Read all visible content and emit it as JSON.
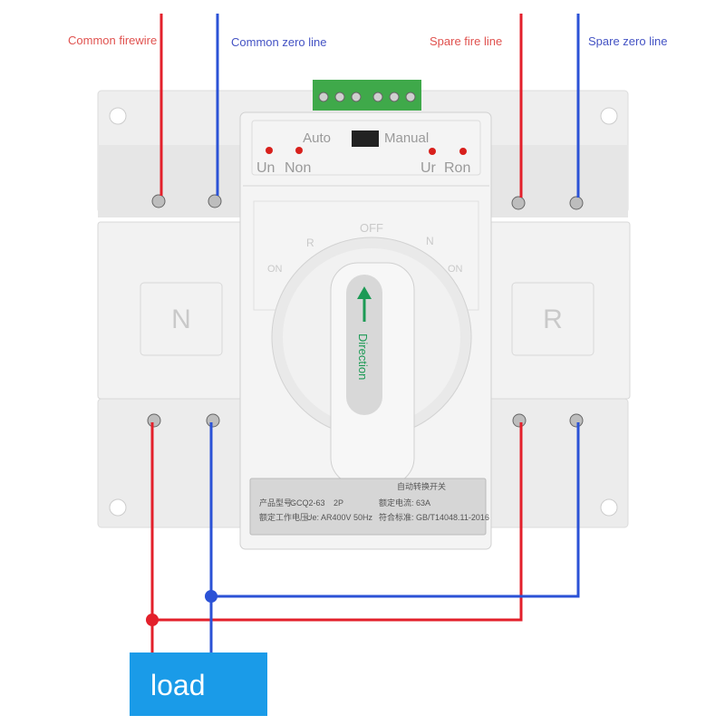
{
  "labels": {
    "common_firewire": "Common firewire",
    "common_zero_line": "Common zero line",
    "spare_fire_line": "Spare fire line",
    "spare_zero_line": "Spare zero line",
    "load": "load"
  },
  "device": {
    "mode_auto": "Auto",
    "mode_manual": "Manual",
    "indicator_un": "Un",
    "indicator_non": "Non",
    "indicator_ur": "Ur",
    "indicator_ron": "Ron",
    "dial_off": "OFF",
    "dial_r": "R",
    "dial_n": "N",
    "dial_on_left": "ON",
    "dial_on_right": "ON",
    "handle_label": "Direction",
    "module_left": "N",
    "module_right": "R",
    "nameplate": {
      "title": "自动转换开关",
      "model_label": "产品型号:",
      "model_value": "GCQ2-63",
      "poles": "2P",
      "voltage_label": "额定工作电压:",
      "voltage_value": "Ue: AR400V 50Hz",
      "current_label": "额定电流:",
      "current_value": "63A",
      "standard_label": "符合标准:",
      "standard_value": "GB/T14048.11-2016"
    }
  },
  "colors": {
    "fire_wire": "#e3202b",
    "zero_wire": "#2b52d6",
    "fire_label": "#e0524f",
    "zero_label": "#4453c4",
    "load_box": "#1a9be8",
    "indicator_led": "#d8201c",
    "direction_arrow": "#1c9a55"
  }
}
